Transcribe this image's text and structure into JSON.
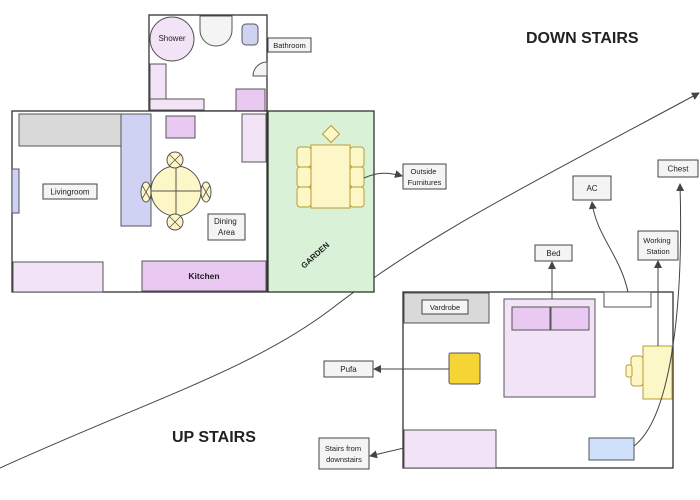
{
  "titles": {
    "down_stairs": "DOWN STAIRS",
    "up_stairs": "UP STAIRS"
  },
  "downstairs": {
    "shower": "Shower",
    "bathroom": "Bathroom",
    "livingroom": "Livingroom",
    "dining_area": [
      "Dining",
      "Area"
    ],
    "kitchen": "Kitchen",
    "garden": "GARDEN",
    "outside_furnitures": [
      "Outside",
      "Furnitures"
    ]
  },
  "upstairs": {
    "ac": "AC",
    "chest": "Chest",
    "bed": "Bed",
    "working_station": [
      "Working",
      "Station"
    ],
    "vardrobe": "Vardrobe",
    "pufa": "Pufa",
    "stairs_from_downstairs": [
      "Stairs from",
      "downstairs"
    ]
  },
  "colors": {
    "lavender": "#f3e3f7",
    "purple": "#e9c8f2",
    "blue_gray": "#cfd2f2",
    "gray": "#d9d9d9",
    "garden_green": "#d9f2d7",
    "yellow": "#fdf7c8",
    "gold": "#f7d436",
    "light_blue": "#cfe0fb",
    "yellow_stroke": "#b89c35"
  }
}
